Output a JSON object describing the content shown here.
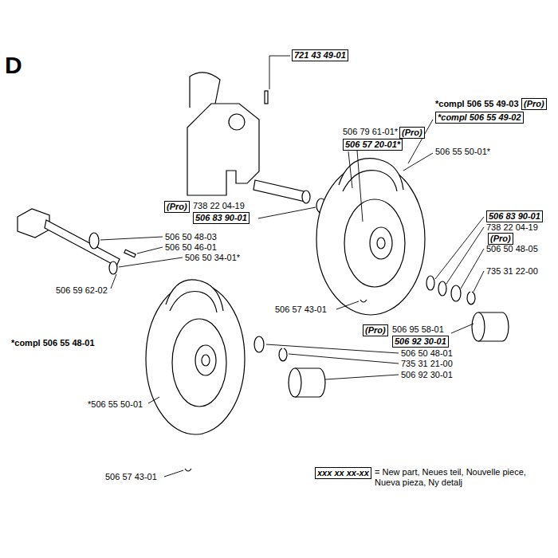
{
  "diagram": {
    "title": "D",
    "nodes": [
      {
        "text": [
          "721 43 49-01"
        ]
      },
      {
        "text": [
          "(Pro)"
        ]
      },
      {
        "text": [
          "*compl 506 55 49-02"
        ]
      },
      {
        "text": [
          "(Pro)"
        ]
      },
      {
        "text": [
          "506 57 20-01*"
        ]
      },
      {
        "text": [
          "(Pro)"
        ]
      },
      {
        "text": [
          "506 83 90-01"
        ]
      },
      {
        "text": [
          "506 83 90-01"
        ]
      },
      {
        "text": [
          "(Pro)"
        ]
      },
      {
        "text": [
          "(Pro)"
        ]
      },
      {
        "text": [
          "506 92 30-01"
        ]
      },
      {
        "text": [
          "xxx xx xx-xx"
        ]
      }
    ],
    "labels": [
      "*compl 506 55 49-03",
      "506 79 61-01*",
      "506 55 50-01*",
      "738 22 04-19",
      "506 50 48-03",
      "506 50 46-01",
      "506 50 34-01*",
      "506 59 62-02",
      "*compl 506 55 48-01",
      "*506 55 50-01",
      "506 57 43-01",
      "506 50 48-01",
      "735 31 21-00",
      "506 92 30-01",
      "738 22 04-19",
      "506 50 48-05",
      "735 31 22-00",
      "506 57 43-01",
      "506 95 58-01"
    ],
    "legend": [
      {
        "text": "= New part, Neues teil, Nouvelle piece, Nueva pieza, Ny detalj"
      }
    ]
  }
}
